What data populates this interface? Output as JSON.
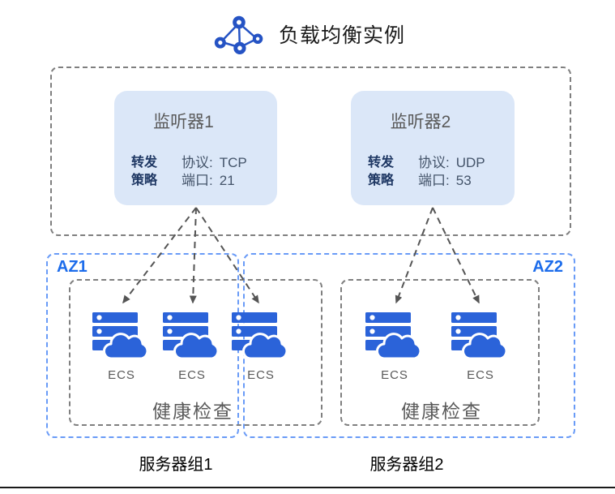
{
  "header": {
    "title": "负载均衡实例"
  },
  "load_balancer": {
    "listeners": [
      {
        "name": "监听器1",
        "policy_lines": [
          "转发",
          "策略"
        ],
        "protocol_label": "协议:",
        "protocol_value": "TCP",
        "port_label": "端口:",
        "port_value": "21"
      },
      {
        "name": "监听器2",
        "policy_lines": [
          "转发",
          "策略"
        ],
        "protocol_label": "协议:",
        "protocol_value": "UDP",
        "port_label": "端口:",
        "port_value": "53"
      }
    ]
  },
  "availability_zones": [
    {
      "label": "AZ1"
    },
    {
      "label": "AZ2"
    }
  ],
  "server_groups": [
    {
      "label": "服务器组1",
      "health_check_label": "健康检查",
      "servers": [
        {
          "label": "ECS"
        },
        {
          "label": "ECS"
        },
        {
          "label": "ECS"
        }
      ]
    },
    {
      "label": "服务器组2",
      "health_check_label": "健康检查",
      "servers": [
        {
          "label": "ECS"
        },
        {
          "label": "ECS"
        }
      ]
    }
  ],
  "colors": {
    "brand_blue": "#2b63d9",
    "icon_blue": "#2553c4",
    "listener_fill": "#dbe7f8",
    "policy_text": "#1f3864",
    "detail_text": "#44546a",
    "muted_text": "#595959",
    "az_border": "#699bf7",
    "az_label": "#1c6ceb",
    "box_border": "#7f7f7f",
    "arrow": "#555555"
  }
}
